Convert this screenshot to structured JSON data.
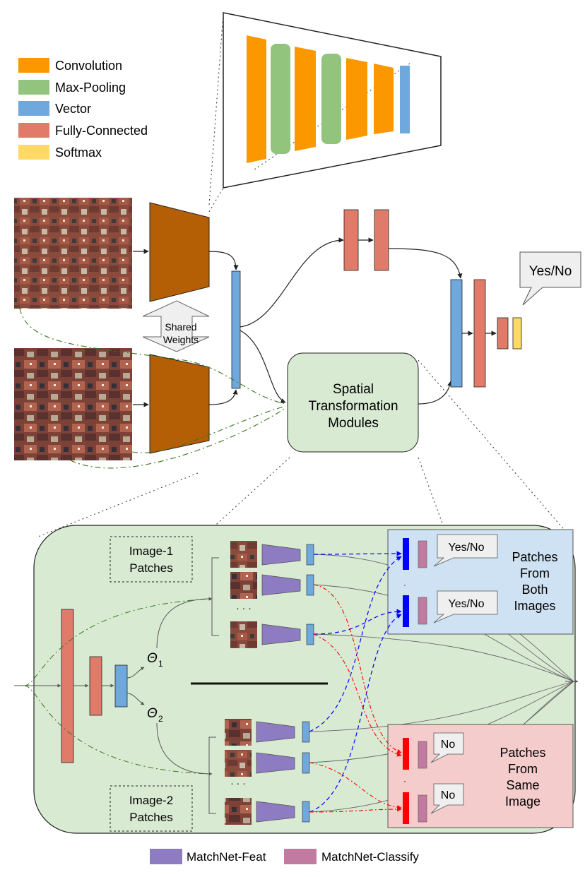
{
  "legend": {
    "items": [
      {
        "label": "Convolution",
        "color": "#fb9800"
      },
      {
        "label": "Max-Pooling",
        "color": "#93c47d"
      },
      {
        "label": "Vector",
        "color": "#6fa8dc"
      },
      {
        "label": "Fully-Connected",
        "color": "#e07b6a"
      },
      {
        "label": "Softmax",
        "color": "#ffd966"
      }
    ]
  },
  "top": {
    "shared_weights": [
      "Shared",
      "Weights"
    ],
    "stm": [
      "Spatial",
      "Transformation",
      "Modules"
    ],
    "yes_no": "Yes/No"
  },
  "bottom": {
    "image1_patches": [
      "Image-1",
      "Patches"
    ],
    "image2_patches": [
      "Image-2",
      "Patches"
    ],
    "theta1": "Θ",
    "theta1_sub": "1",
    "theta2": "Θ",
    "theta2_sub": "2",
    "both_images": [
      "Patches",
      "From",
      "Both",
      "Images"
    ],
    "same_image": [
      "Patches",
      "From",
      "Same",
      "Image"
    ],
    "yes_no": "Yes/No",
    "no": "No"
  },
  "bottom_legend": {
    "items": [
      {
        "label": "MatchNet-Feat",
        "color": "#8e7cc3"
      },
      {
        "label": "MatchNet-Classify",
        "color": "#c27ba0"
      }
    ]
  },
  "colors": {
    "conv_block": "#b45f06",
    "panel_green": "#d9ead3",
    "box_blue": "#cfe2f3",
    "box_pink": "#f4cccc",
    "dark_blue": "#0000ff",
    "red": "#ff0000"
  }
}
